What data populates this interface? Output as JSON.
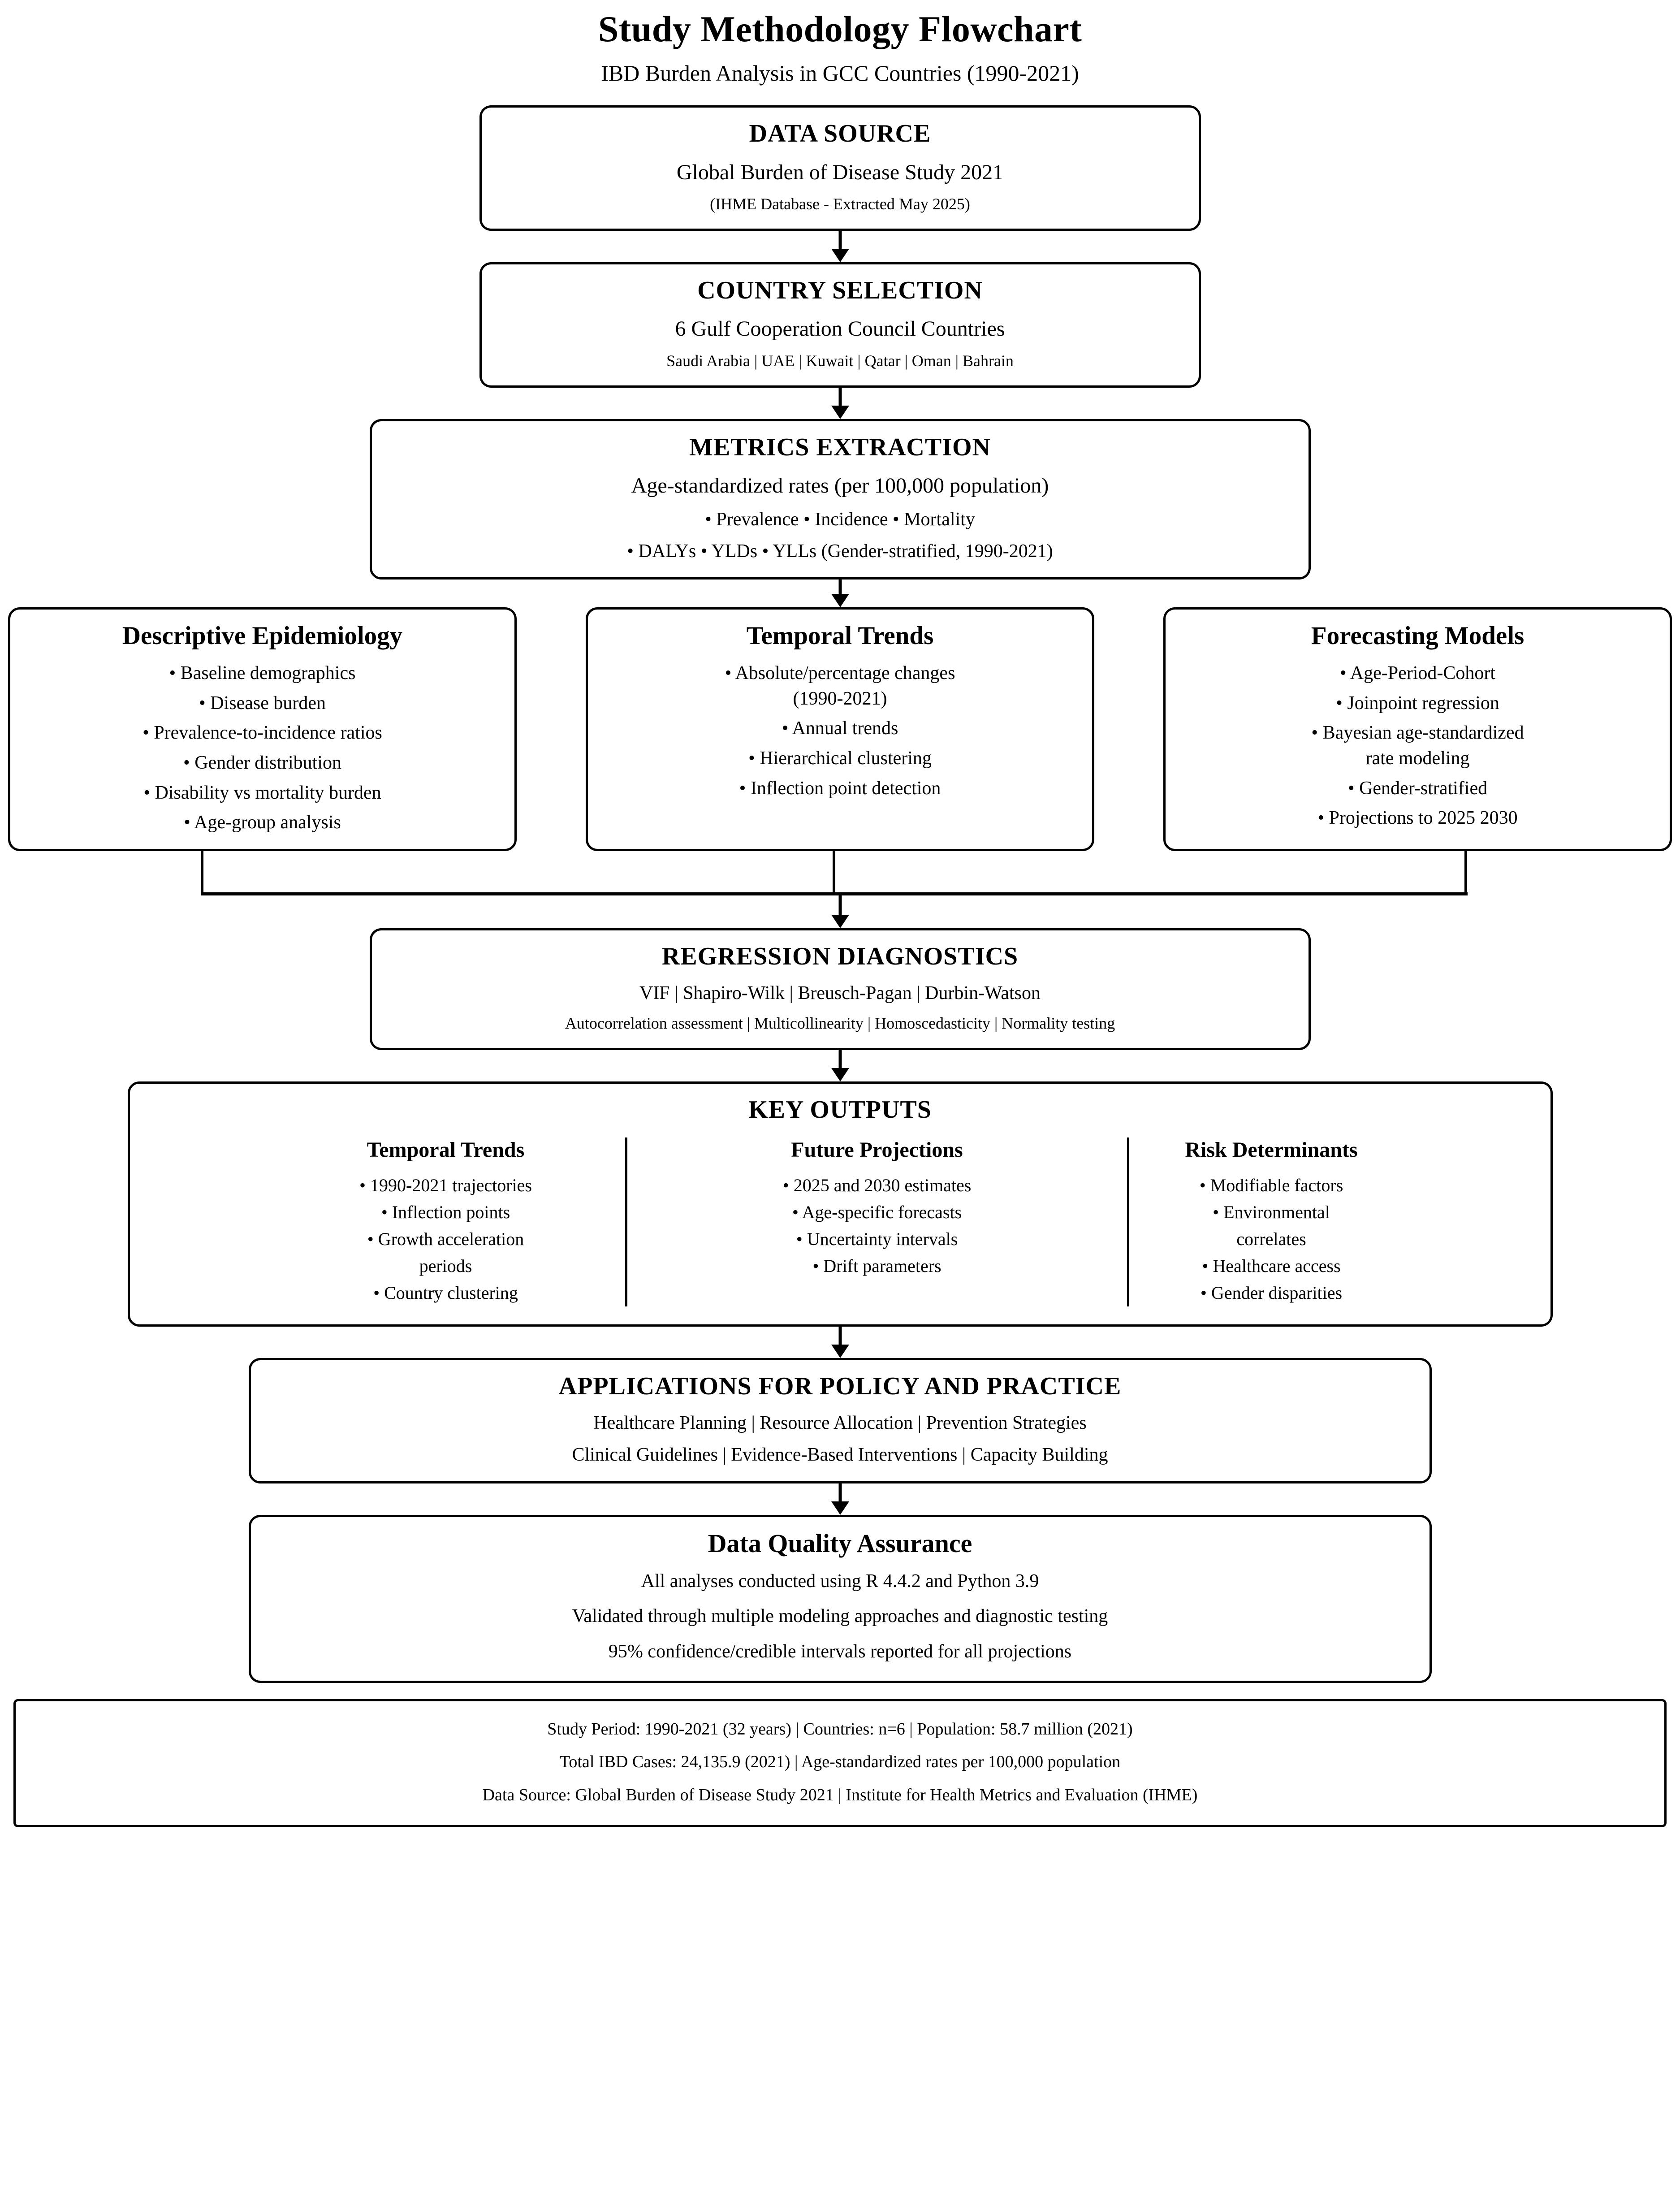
{
  "header": {
    "title": "Study Methodology Flowchart",
    "subtitle": "IBD Burden Analysis in GCC Countries (1990-2021)"
  },
  "nodes": {
    "data_source": {
      "title": "DATA SOURCE",
      "line1": "Global Burden of Disease Study 2021",
      "line2": "(IHME Database - Extracted May 2025)"
    },
    "country_selection": {
      "title": "COUNTRY SELECTION",
      "line1": "6 Gulf Cooperation Council Countries",
      "line2": "Saudi Arabia | UAE | Kuwait | Qatar | Oman | Bahrain"
    },
    "metrics_extraction": {
      "title": "METRICS EXTRACTION",
      "line1": "Age-standardized rates (per 100,000 population)",
      "line2": "• Prevalence • Incidence • Mortality",
      "line3": "• DALYs • YLDs • YLLs (Gender-stratified, 1990-2021)"
    },
    "descriptive_epidemiology": {
      "title": "Descriptive Epidemiology",
      "items": [
        "• Baseline demographics",
        "• Disease burden",
        "• Prevalence-to-incidence ratios",
        "• Gender distribution",
        "• Disability vs mortality burden",
        "• Age-group analysis"
      ]
    },
    "temporal_trends": {
      "title": "Temporal Trends",
      "items": [
        "• Absolute/percentage changes",
        "(1990-2021)",
        "• Annual trends",
        "• Hierarchical clustering",
        "• Inflection point detection"
      ]
    },
    "forecasting_models": {
      "title": "Forecasting Models",
      "items": [
        "• Age-Period-Cohort",
        "• Joinpoint regression",
        "• Bayesian age-standardized",
        "rate modeling",
        "• Gender-stratified",
        "• Projections to 2025 2030"
      ]
    },
    "regression_diagnostics": {
      "title": "REGRESSION DIAGNOSTICS",
      "line1": "VIF | Shapiro-Wilk | Breusch-Pagan | Durbin-Watson",
      "line2": "Autocorrelation assessment | Multicollinearity | Homoscedasticity | Normality testing"
    },
    "key_outputs": {
      "title": "KEY OUTPUTS",
      "columns": [
        {
          "heading": "Temporal Trends",
          "items": [
            "• 1990-2021 trajectories",
            "• Inflection points",
            "• Growth acceleration",
            "periods",
            "• Country clustering"
          ]
        },
        {
          "heading": "Future Projections",
          "items": [
            "• 2025 and 2030 estimates",
            "• Age-specific forecasts",
            "• Uncertainty intervals",
            "• Drift parameters"
          ]
        },
        {
          "heading": "Risk Determinants",
          "items": [
            "• Modifiable factors",
            "• Environmental",
            "correlates",
            "• Healthcare access",
            "• Gender disparities"
          ]
        }
      ]
    },
    "applications": {
      "title": "APPLICATIONS FOR POLICY AND PRACTICE",
      "line1": "Healthcare Planning | Resource Allocation | Prevention Strategies",
      "line2": "Clinical Guidelines | Evidence-Based Interventions | Capacity Building"
    },
    "data_quality": {
      "title": "Data Quality Assurance",
      "line1": "All analyses conducted using R 4.4.2 and Python 3.9",
      "line2": "Validated through multiple modeling approaches and diagnostic testing",
      "line3": "95% confidence/credible intervals reported for all projections"
    }
  },
  "footer": {
    "line1": "Study Period: 1990-2021 (32 years) | Countries: n=6 | Population: 58.7 million (2021)",
    "line2": "Total IBD Cases: 24,135.9 (2021) | Age-standardized rates per 100,000 population",
    "line3": "Data Source: Global Burden of Disease Study 2021 | Institute for Health Metrics and Evaluation (IHME)"
  },
  "style": {
    "stroke_color": "#000000",
    "background_color": "#ffffff"
  }
}
